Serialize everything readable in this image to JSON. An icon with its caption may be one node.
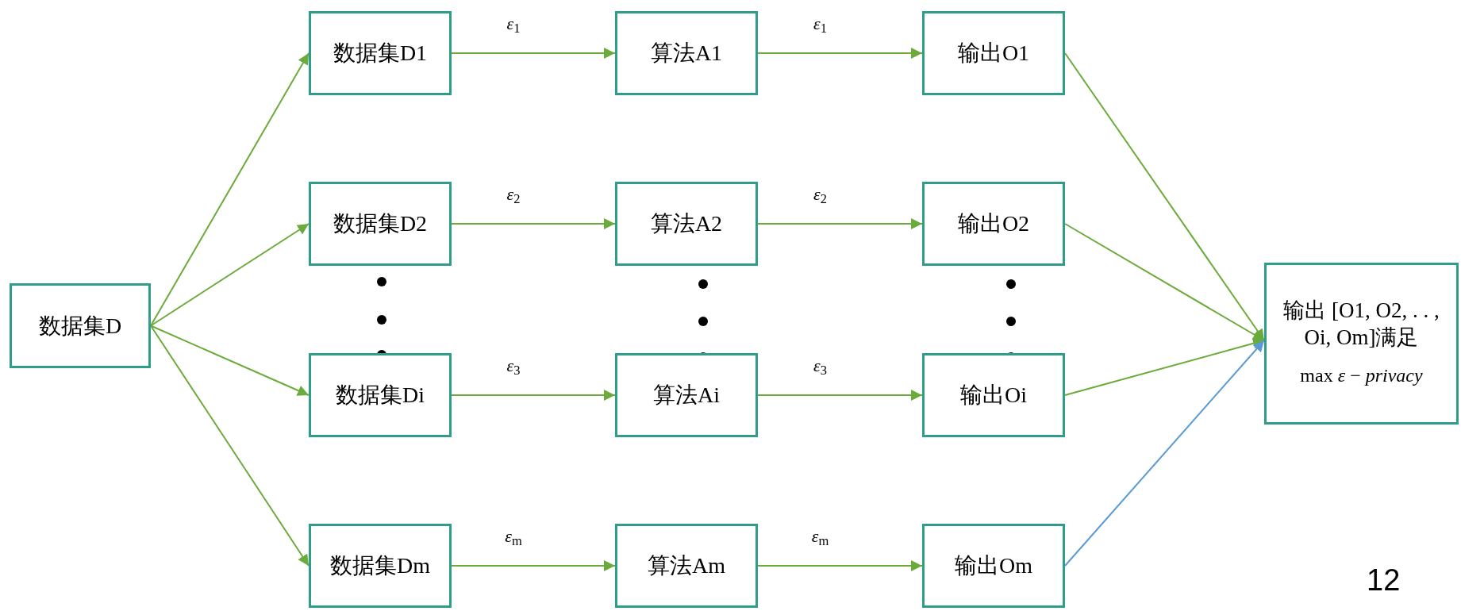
{
  "diagram": {
    "nodes": [
      {
        "text": [
          "数据集D"
        ]
      },
      {
        "text": [
          "数据集D1"
        ]
      },
      {
        "text": [
          "算法A1"
        ]
      },
      {
        "text": [
          "输出O1"
        ]
      },
      {
        "text": [
          "数据集D2"
        ]
      },
      {
        "text": [
          "算法A2"
        ]
      },
      {
        "text": [
          "输出O2"
        ]
      },
      {
        "text": [
          "数据集Di"
        ]
      },
      {
        "text": [
          "算法Ai"
        ]
      },
      {
        "text": [
          "输出Oi"
        ]
      },
      {
        "text": [
          "数据集Dm"
        ]
      },
      {
        "text": [
          "算法Am"
        ]
      },
      {
        "text": [
          "输出Om"
        ]
      },
      {
        "text": [
          "输出 [O1, O2, . . , Oi, Om]满足",
          "max *ε* − *privacy*"
        ]
      }
    ],
    "edges": [
      {
        "from": 0,
        "to": 1,
        "arrow": "to"
      },
      {
        "from": 0,
        "to": 4,
        "arrow": "to"
      },
      {
        "from": 0,
        "to": 7,
        "arrow": "to"
      },
      {
        "from": 0,
        "to": 10,
        "arrow": "to"
      },
      {
        "from": 1,
        "to": 2,
        "arrow": "to",
        "label": "*ε*$_{1}$"
      },
      {
        "from": 2,
        "to": 3,
        "arrow": "to",
        "label": "*ε*$_{1}$"
      },
      {
        "from": 4,
        "to": 5,
        "arrow": "to",
        "label": "*ε*$_{2}$"
      },
      {
        "from": 5,
        "to": 6,
        "arrow": "to",
        "label": "*ε*$_{2}$"
      },
      {
        "from": 7,
        "to": 8,
        "arrow": "to",
        "label": "*ε*$_{3}$"
      },
      {
        "from": 8,
        "to": 9,
        "arrow": "to",
        "label": "*ε*$_{3}$"
      },
      {
        "from": 10,
        "to": 11,
        "arrow": "to",
        "label": "*ε*$_{m}$"
      },
      {
        "from": 11,
        "to": 12,
        "arrow": "to",
        "label": "*ε*$_{m}$"
      },
      {
        "from": 3,
        "to": 13,
        "arrow": "to"
      },
      {
        "from": 6,
        "to": 13,
        "arrow": "to"
      },
      {
        "from": 9,
        "to": 13,
        "arrow": "to"
      },
      {
        "from": 12,
        "to": 13,
        "arrow": "to",
        "color": "#5b9bd5"
      }
    ],
    "labels": [
      "12"
    ]
  }
}
